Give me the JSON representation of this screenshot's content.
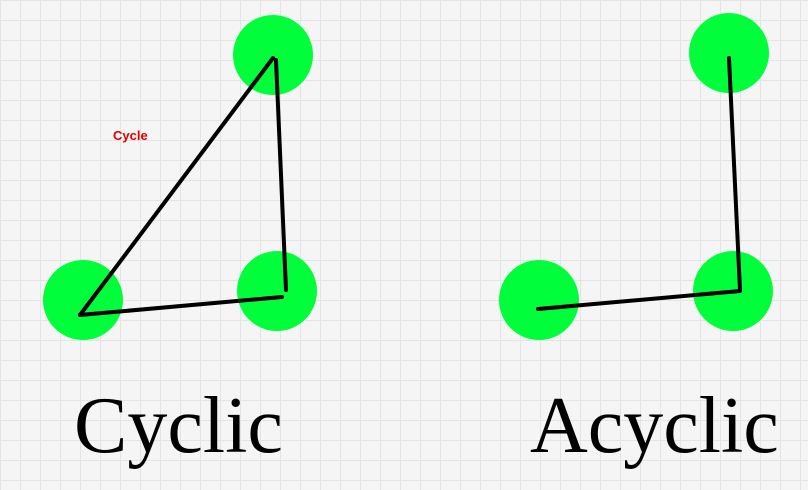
{
  "annotation": {
    "text": "Cycle",
    "color": "#e00000"
  },
  "graphs": {
    "cyclic": {
      "caption": "Cyclic"
    },
    "acyclic": {
      "caption": "Acyclic"
    }
  },
  "colors": {
    "node": "#00ff3a",
    "edge": "#000000"
  }
}
